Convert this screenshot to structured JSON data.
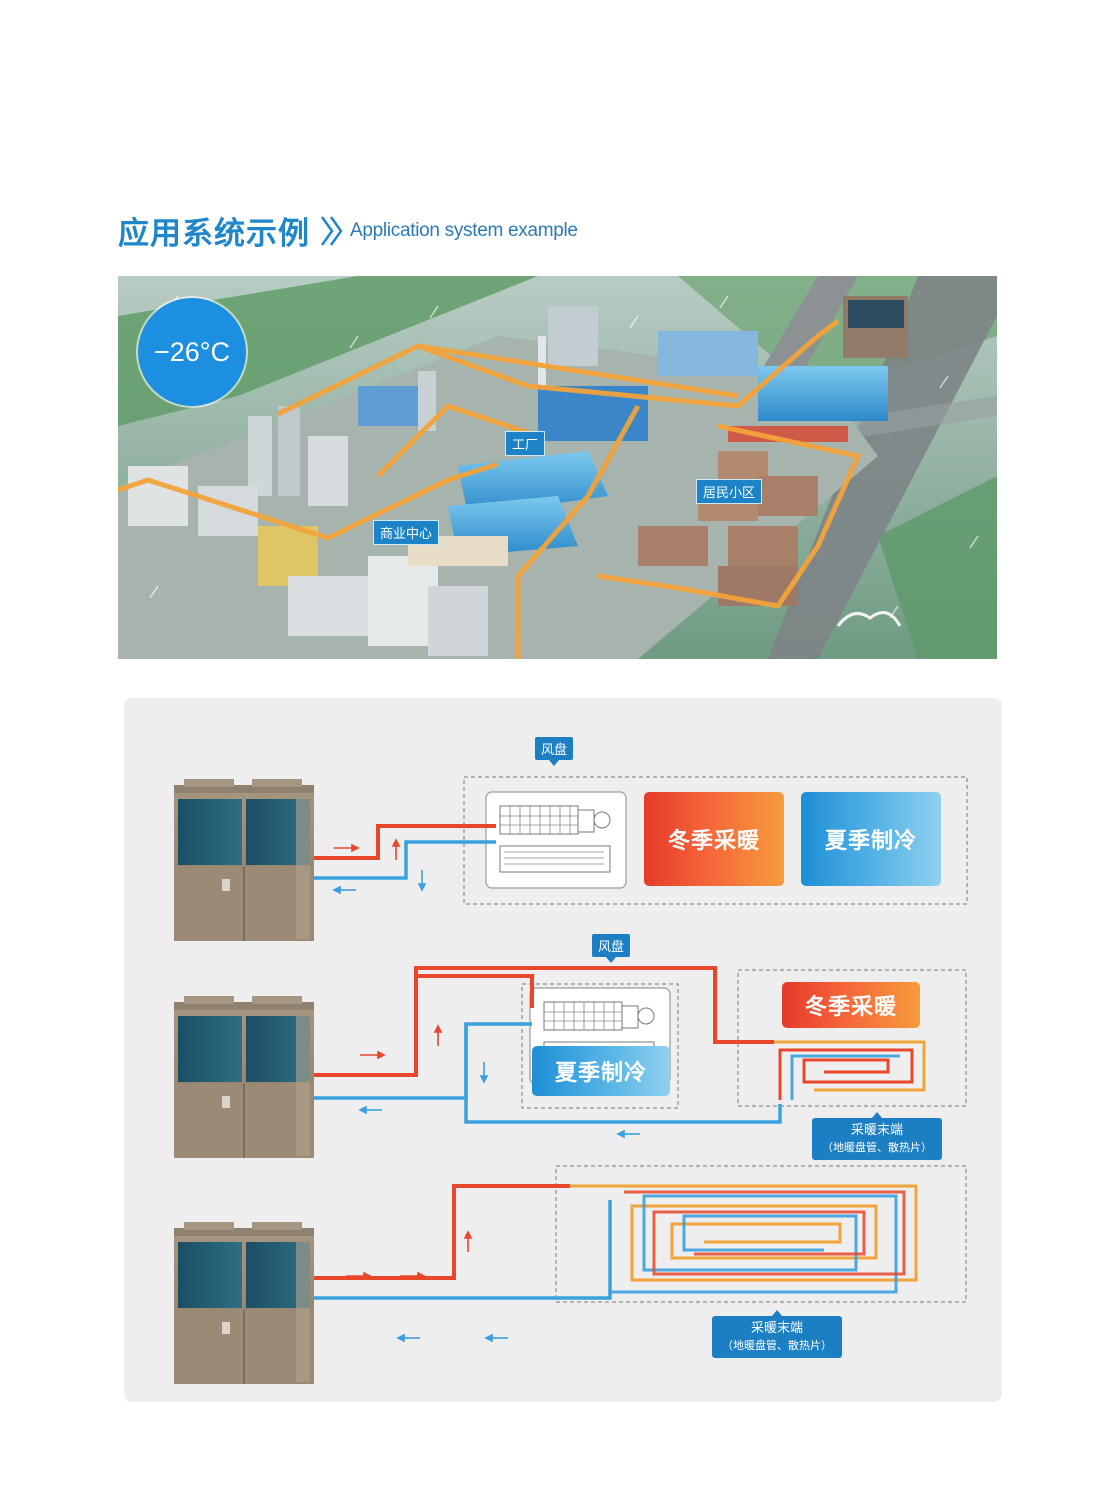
{
  "header": {
    "title_zh": "应用系统示例",
    "title_en": "Application system example"
  },
  "aerial": {
    "temperature": "−26°C",
    "labels": {
      "factory": "工厂",
      "residential": "居民小区",
      "commercial": "商业中心"
    }
  },
  "system1": {
    "fan_coil_label": "风盘",
    "heating_label": "冬季采暖",
    "cooling_label": "夏季制冷"
  },
  "system2": {
    "fan_coil_label": "风盘",
    "heating_label": "冬季采暖",
    "cooling_label": "夏季制冷",
    "terminal_label": "采暖末端",
    "terminal_sub": "（地暖盘管、散热片）"
  },
  "system3": {
    "terminal_label": "采暖末端",
    "terminal_sub": "（地暖盘管、散热片）"
  },
  "colors": {
    "brand_blue": "#1c84c6",
    "hot_pipe": "#e8472c",
    "cold_pipe": "#3aa0de",
    "panel_bg": "#eeeeef"
  }
}
